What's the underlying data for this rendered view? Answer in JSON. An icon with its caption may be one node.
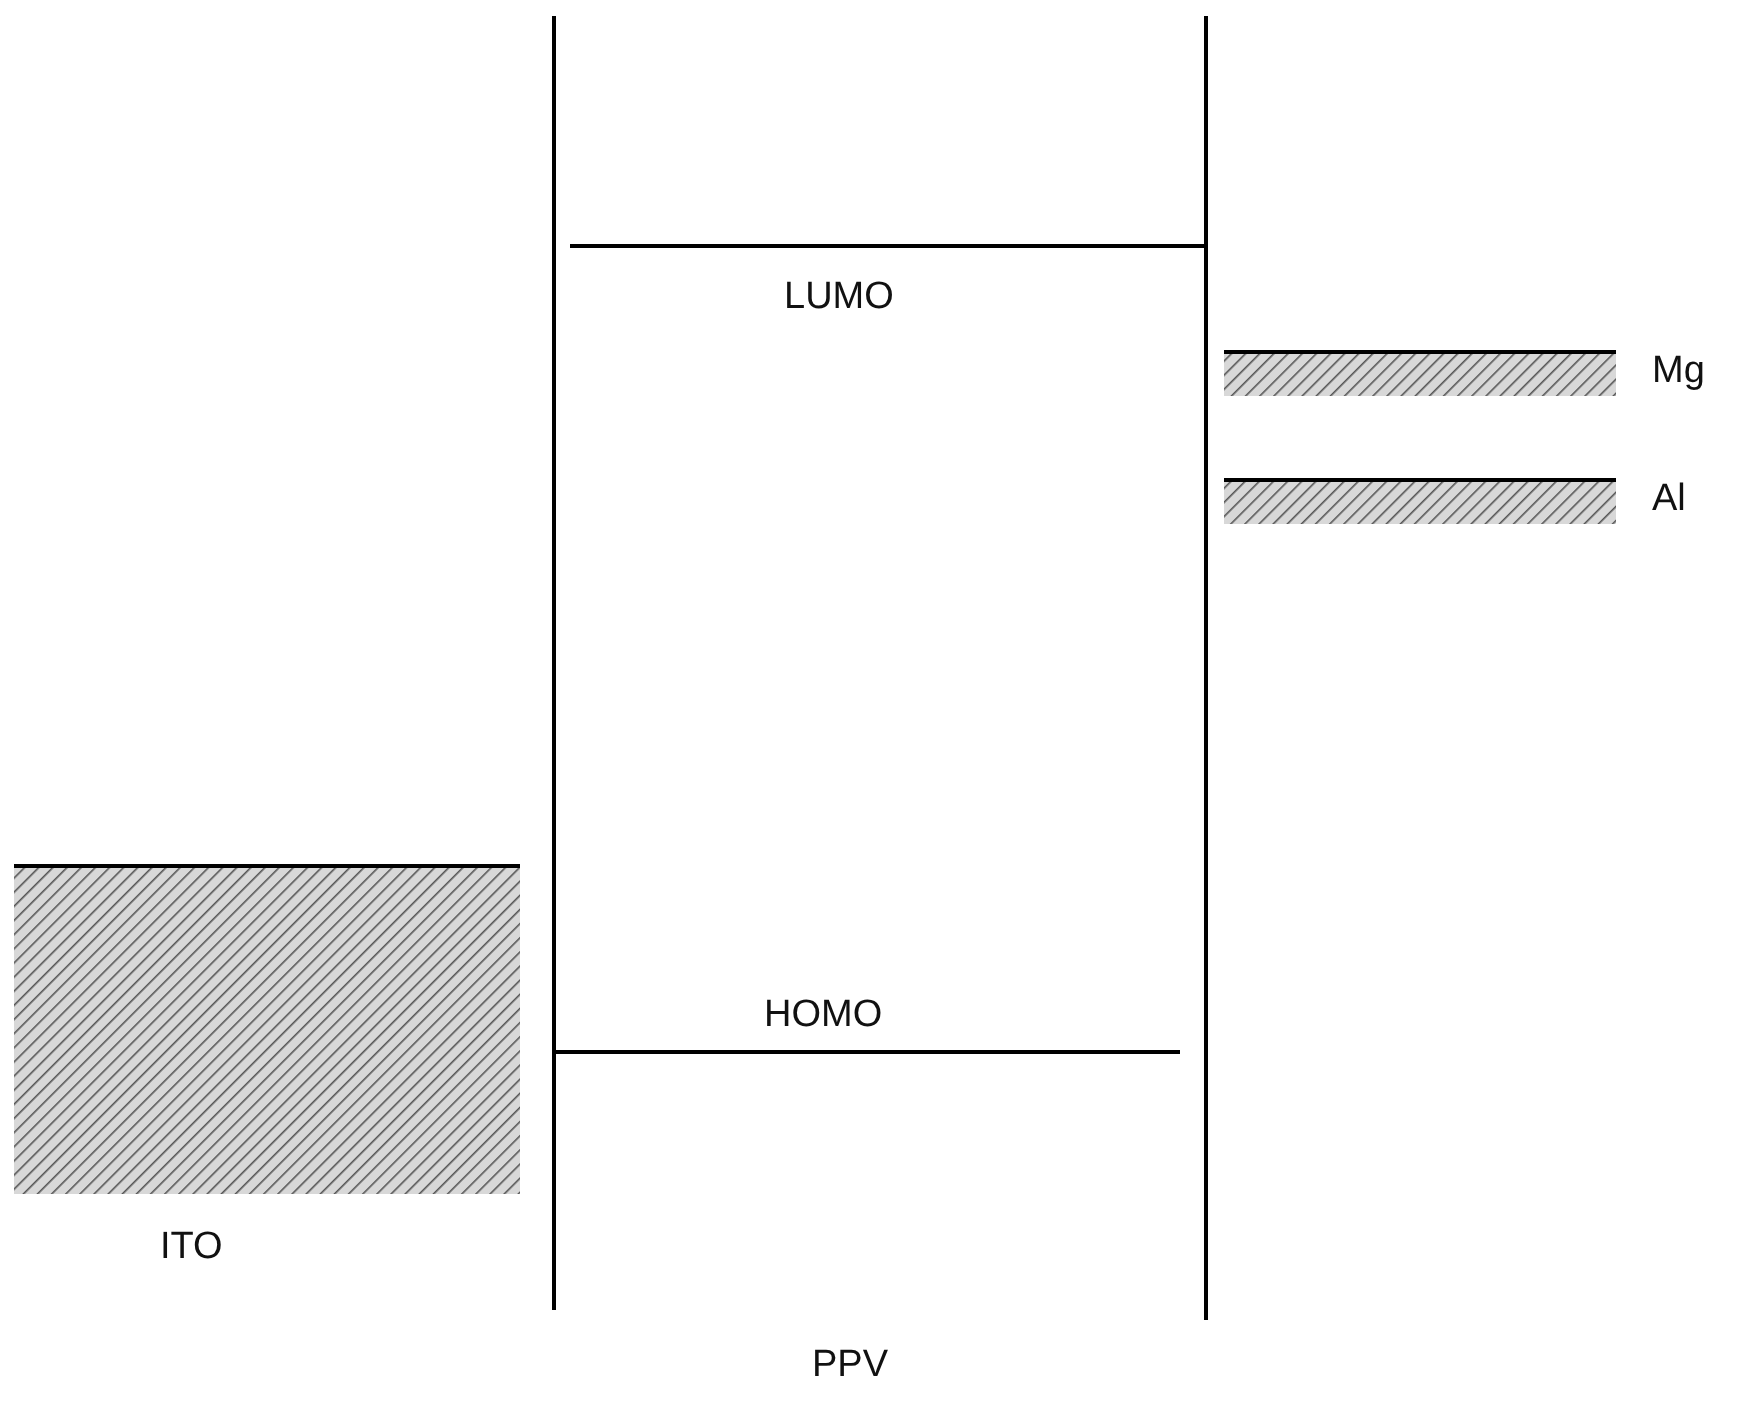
{
  "diagram": {
    "labels": [
      "LUMO",
      "Mg",
      "Al",
      "HOMO",
      "ITO",
      "PPV"
    ]
  }
}
